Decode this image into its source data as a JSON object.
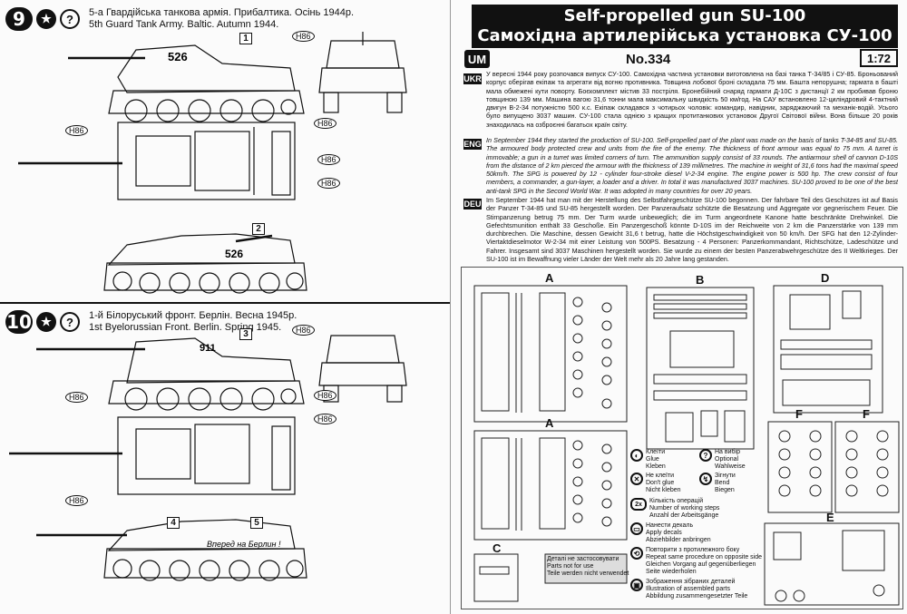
{
  "left": {
    "step9": {
      "number": "9",
      "caption_ukr": "5-а Гвардійська танкова армія. Прибалтика. Осінь 1944р.",
      "caption_en": "5th Guard Tank Army. Baltic. Autumn 1944.",
      "hull_number": "526",
      "callouts": [
        "1",
        "2"
      ],
      "paint_code": "H86"
    },
    "step10": {
      "number": "10",
      "caption_ukr": "1-й Білоруський фронт. Берлін. Весна 1945р.",
      "caption_en": "1st Byelorussian Front. Berlin. Spring 1945.",
      "hull_number": "911",
      "callouts": [
        "3",
        "4",
        "5"
      ],
      "slogan": "Вперед на Берлин !",
      "paint_code": "H86"
    }
  },
  "right": {
    "title_en": "Self-propelled gun SU-100",
    "title_ukr": "Самохідна артилерійська установка СУ-100",
    "brand": "UM",
    "kit_number": "No.334",
    "scale": "1:72",
    "langs": [
      "UKR",
      "ENG",
      "DEU"
    ],
    "text_ukr": "У вересні 1944 року розпочався випуск СУ-100. Самохідна частина установки виготовлена на базі танка Т-34/85 і СУ-85. Броньований корпус оберігав екіпаж та агрегати від вогню противника. Товщина лобової броні складала 75 мм. Башта непорушна; гармата в башті мала обмежені кути поворту. Боєкомплект містив 33 постріля. Бронебійний снаряд гармати Д-10С з дистанції 2 км пробивав броню товщиною 139 мм. Машина вагою 31,6 тонни мала максимальну швидкість 50 км/год. На САУ встановлено 12-циліндровий 4-тактний двигун В-2-34 потужністю 500 к.с. Екіпаж складався з чотирьох чоловік: командир, навідник, заряджаючий та механік-водій. Усього було випущено 3037 машин. СУ-100 стала однією з кращих протитанкових установок Другої Світової війни. Вона більше 20 років знаходилась на озброєнні багатьох країн світу.",
    "text_en": "In September 1944 they started the production of SU-100. Self-propelled part of the plant was made on the basis of tanks T-34-85 and SU-85. The armoured body protected crew and units from the fire of the enemy. The thickness of front armour was equal to 75 mm. A turret is immovable; a gun in a turret was limited corners of turn. The ammunition supply consist of 33 rounds. The antiarmour shell of cannon D-10S from the distance of 2 km pierced the armour with the thickness of 139 millimetres. The machine in weight of 31,6 tons had the maximal speed 50km/h. The SPG is powered by 12 - cylinder four-stroke diesel V-2-34 engine. The engine power is 500 hp. The crew consist of four members, a commander, a gun-layer, a loader and a driver. In total it was manufactured 3037 machines. SU-100 proved to be one of the best anti-tank SPG in the Second World War. It was adopted in many countries for over 20 years.",
    "text_de": "Im September 1944 hat man mit der Herstellung des Selbstfahrgeschütze SU-100 begonnen. Der fahrbare Teil des Geschützes ist auf Basis der Panzer T-34-85 und SU-85 hergestellt worden. Der Panzeraufsatz schützte die Besatzung und Aggregate vor gegnerischem Feuer. Die Stirnpanzerung betrug 75 mm. Der Turm wurde unbeweglich; die im Turm angeordnete Kanone hatte beschränkte Drehwinkel. Die Gefechtsmunition enthält 33 Geschoße. Ein Panzergeschoß könnte D-10S im der Reichweite von 2 km die Panzerstärke von 139 mm durchbrechen. Die Maschine, dessen Gewicht 31,6 t betrug, hatte die Höchstgeschwindigkeit von 50 km/h. Der SFG hat den 12-Zylinder-Viertaktdieselmotor W-2-34 mit einer Leistung von 500PS. Besatzung - 4 Personen: Panzerkommandant, Richtschütze, Ladeschütze und Fahrer. Insgesamt sind 3037 Maschinen hergestellt worden. Sie wurde zu einem der besten Panzerabwehrgeschütze des II Weltkrieges. Der SU-100 ist im Bewaffnung vieler Länder der Welt mehr als 20 Jahre lang gestanden.",
    "sprues": [
      "A",
      "B",
      "D",
      "A",
      "F",
      "F",
      "E",
      "C"
    ],
    "legend": [
      {
        "icon": "glue-icon",
        "text": "Клеїти\nGlue\nKleben"
      },
      {
        "icon": "optional-icon",
        "text": "На вибір\nOptional\nWahlweise"
      },
      {
        "icon": "no-glue-icon",
        "text": "Не клеїти\nDon't glue\nNicht kleben"
      },
      {
        "icon": "bend-icon",
        "text": "Зігнути\nBend\nBiegen"
      },
      {
        "icon": "steps-icon",
        "text": "Кількість операцій\nNumber of working steps\nAnzahl der Arbeitsgänge",
        "symbol": "2x"
      },
      {
        "icon": "decal-icon",
        "text": "Нанести декаль\nApply decals\nAbziehbilder anbringen"
      },
      {
        "icon": "repeat-icon",
        "text": "Повторити з протилежного боку\nRepeat same procedure on opposite side\nGleichen Vorgang auf gegenüberliegen\nSeite wiederholen"
      },
      {
        "icon": "assembled-icon",
        "text": "Зображення зібраних деталей\nIllustration of assembled parts\nAbbildung zusammengesetzter Teile"
      }
    ],
    "unused_parts": "Деталі не застосовувати\nParts not for use\nTeile werden nicht verwendet"
  }
}
